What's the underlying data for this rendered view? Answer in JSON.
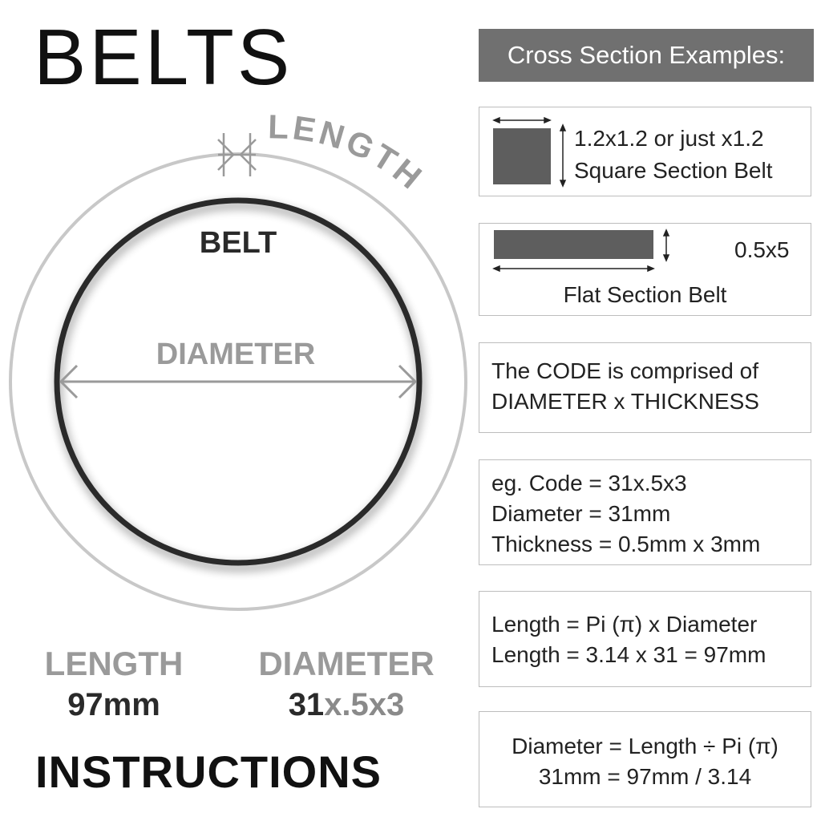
{
  "title": "BELTS",
  "diagram": {
    "length_arc_label": "LENGTH",
    "belt_label": "BELT",
    "diameter_label": "DIAMETER"
  },
  "summary": {
    "length_label": "LENGTH",
    "length_value": "97mm",
    "diameter_label": "DIAMETER",
    "diameter_value_main": "31",
    "diameter_value_rest": "x.5x3"
  },
  "instructions": "INSTRUCTIONS",
  "cross_section": {
    "header": "Cross Section Examples:",
    "square": {
      "line1": "1.2x1.2 or just x1.2",
      "line2": "Square Section Belt"
    },
    "flat": {
      "size": "0.5x5",
      "label": "Flat Section Belt"
    }
  },
  "info_boxes": {
    "code": {
      "line1": "The CODE is comprised of",
      "line2": "DIAMETER x THICKNESS"
    },
    "example": {
      "line1": "eg. Code = 31x.5x3",
      "line2": "Diameter = 31mm",
      "line3": "Thickness = 0.5mm x 3mm"
    },
    "length_formula": {
      "line1": "Length = Pi (π) x Diameter",
      "line2": "Length = 3.14 x 31 = 97mm"
    },
    "diameter_formula": {
      "line1": "Diameter = Length ÷ Pi (π)",
      "line2": "31mm = 97mm / 3.14"
    }
  },
  "colors": {
    "belt": "#2b2b2b",
    "outer_ring": "#c8c8c8",
    "label_gray": "#9a9a9a",
    "header_bg": "#707070",
    "swatch": "#5e5e5e"
  }
}
